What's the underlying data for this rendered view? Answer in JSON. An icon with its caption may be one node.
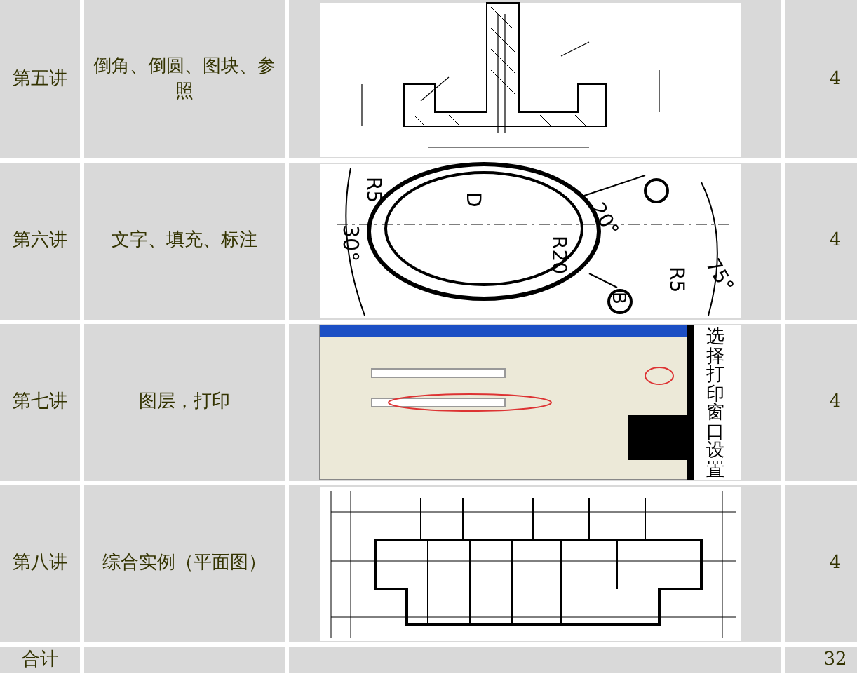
{
  "diagram": {
    "labels": [
      "第五讲",
      "倒角、倒圆、图块、参照",
      "4",
      "第六讲",
      "文字、填充、标注",
      "R5",
      "30°",
      "D",
      "20°",
      "R20",
      "R5",
      "75°",
      "B",
      "4",
      "第七讲",
      "图层，打印",
      "选择打印窗口设置",
      "4",
      "第八讲",
      "综合实例（平面图）",
      "4",
      "合计",
      "32"
    ]
  }
}
